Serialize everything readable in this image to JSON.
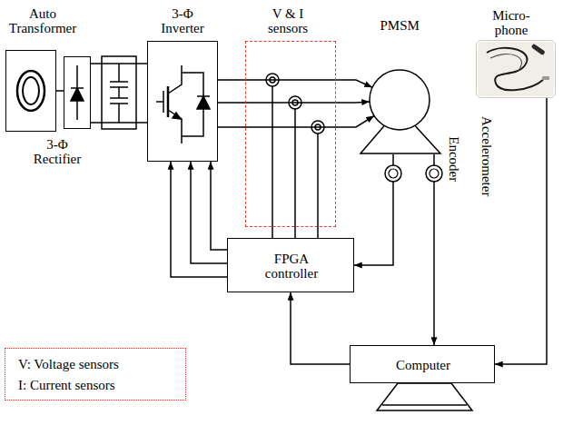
{
  "diagram": {
    "nodes": [
      {
        "text": [
          "Auto Transformer"
        ]
      },
      {
        "text": [
          "3-Φ Rectifier"
        ]
      },
      {
        "text": [
          "3-Φ Inverter"
        ]
      },
      {
        "text": [
          "V & I sensors"
        ]
      },
      {
        "text": [
          "PMSM"
        ]
      },
      {
        "text": [
          "Micro- phone"
        ]
      },
      {
        "text": [
          "Encoder"
        ]
      },
      {
        "text": [
          "Accelerometer"
        ]
      },
      {
        "text": [
          "FPGA controller"
        ]
      },
      {
        "text": [
          "Computer"
        ]
      },
      {
        "text": [
          "V: Voltage sensors",
          "I: Current sensors"
        ]
      }
    ],
    "edges": [
      {
        "from": 0,
        "to": 1,
        "arrow": "none"
      },
      {
        "from": 2,
        "to": 4,
        "arrow": "to"
      },
      {
        "from": 2,
        "to": 4,
        "arrow": "to"
      },
      {
        "from": 2,
        "to": 4,
        "arrow": "to"
      },
      {
        "from": 3,
        "to": 8,
        "arrow": "none"
      },
      {
        "from": 3,
        "to": 8,
        "arrow": "none"
      },
      {
        "from": 3,
        "to": 8,
        "arrow": "none"
      },
      {
        "from": 8,
        "to": 2,
        "arrow": "to"
      },
      {
        "from": 8,
        "to": 2,
        "arrow": "to"
      },
      {
        "from": 8,
        "to": 2,
        "arrow": "to"
      },
      {
        "from": 4,
        "to": 6,
        "arrow": "none"
      },
      {
        "from": 4,
        "to": 7,
        "arrow": "none"
      },
      {
        "from": 6,
        "to": 8,
        "arrow": "to"
      },
      {
        "from": 7,
        "to": 9,
        "arrow": "to"
      },
      {
        "from": 5,
        "to": 9,
        "arrow": "to"
      },
      {
        "from": 9,
        "to": 8,
        "arrow": "to"
      }
    ]
  }
}
